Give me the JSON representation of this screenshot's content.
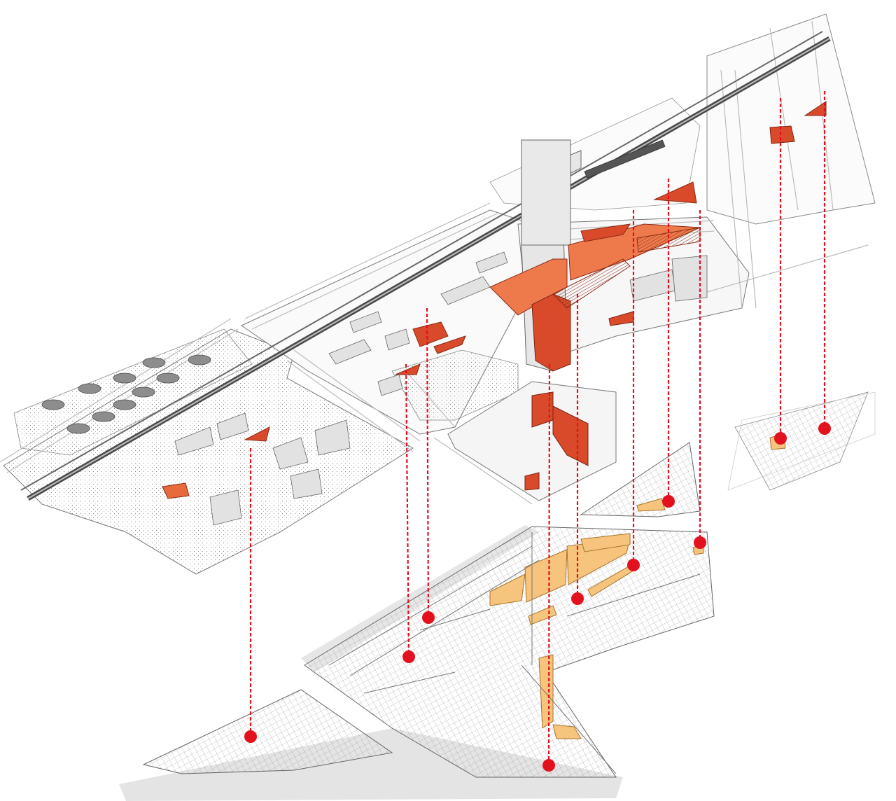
{
  "diagram": {
    "type": "exploded-axonometric-urban-plan",
    "layers": [
      {
        "name": "upper-masterplan-layer"
      },
      {
        "name": "lower-underground-layer"
      }
    ],
    "colors": {
      "background": "#ffffff",
      "linework": "#555555",
      "faint_linework": "#bbbbbb",
      "road_fill": "#f4f4f4",
      "railway": "#4a4a4a",
      "highlight_red": "#d84a2a",
      "highlight_orange": "#ee7a4c",
      "underground_highlight": "#f6c47c",
      "marker": "#e3101e",
      "connector": "#e3101e",
      "shadow": "#d9d9d9"
    },
    "markers": [
      {
        "name": "marker-1"
      },
      {
        "name": "marker-2"
      },
      {
        "name": "marker-3"
      },
      {
        "name": "marker-4"
      },
      {
        "name": "marker-5"
      },
      {
        "name": "marker-6"
      },
      {
        "name": "marker-7"
      },
      {
        "name": "marker-8"
      },
      {
        "name": "marker-9"
      },
      {
        "name": "marker-10"
      }
    ]
  }
}
